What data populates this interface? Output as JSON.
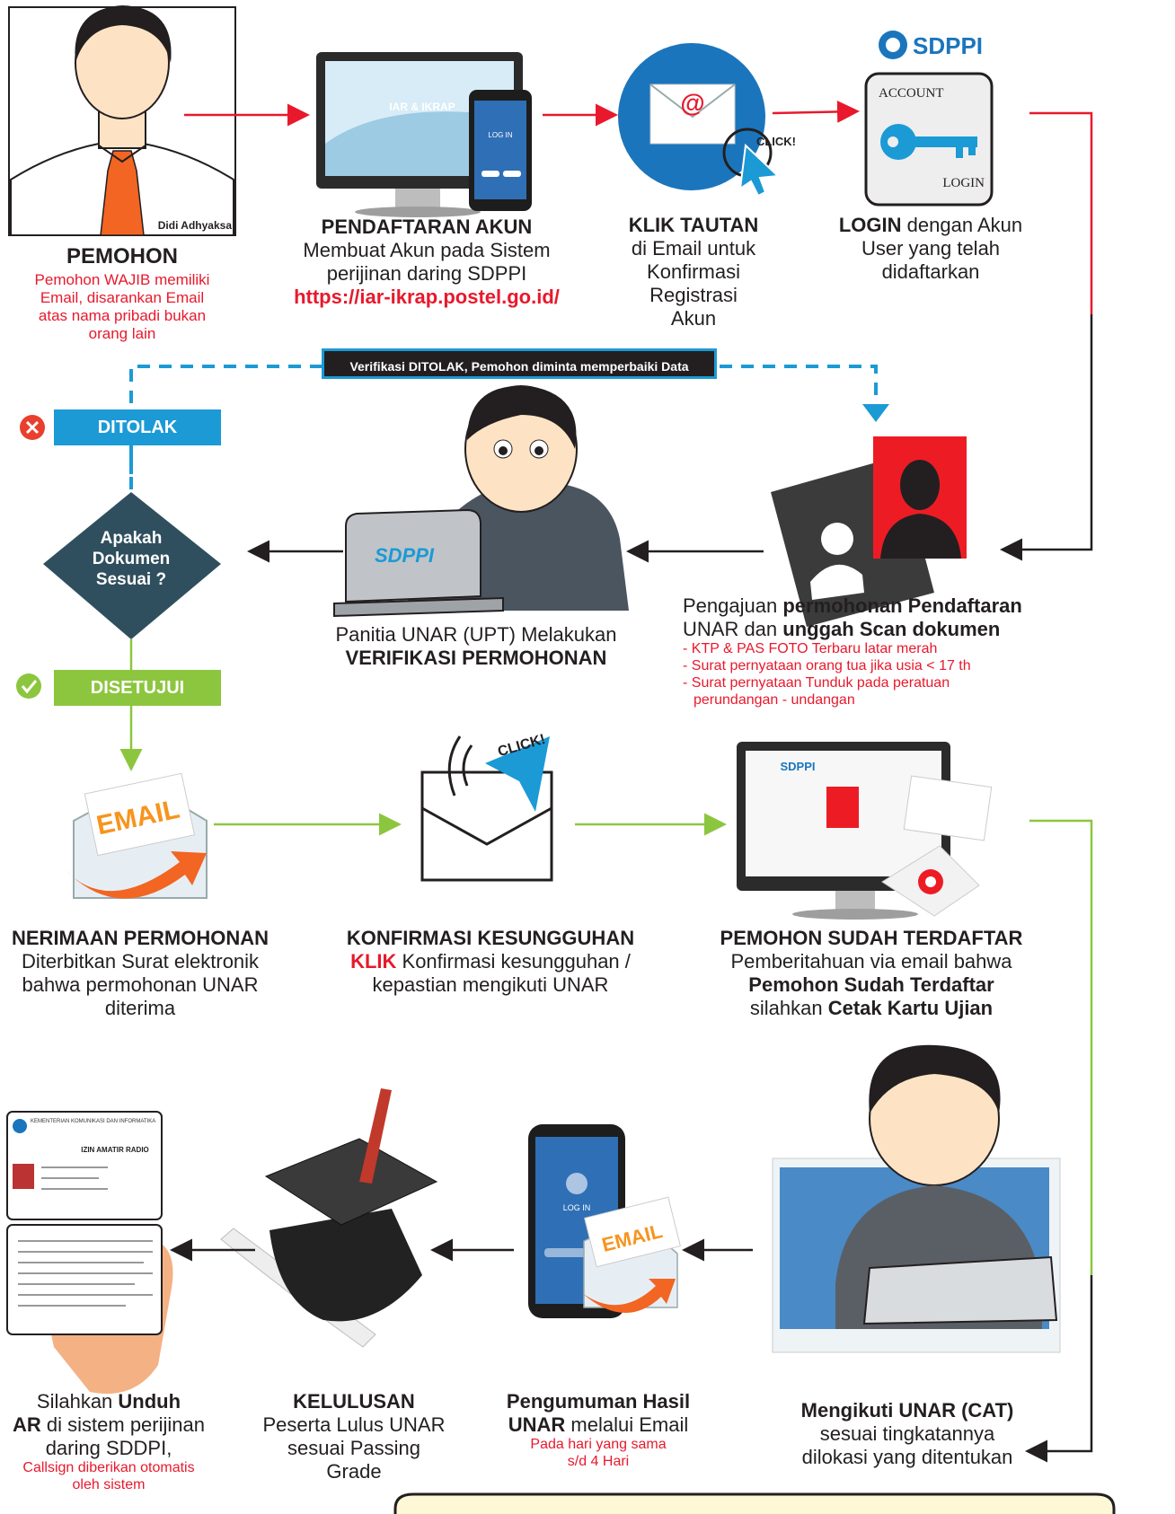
{
  "applicant": {
    "name_tag": "Didi Adhyaksa",
    "title": "PEMOHON",
    "note": "Pemohon WAJIB memiliki Email, disarankan Email atas nama pribadi bukan orang lain"
  },
  "register": {
    "title": "PENDAFTARAN AKUN",
    "desc": "Membuat Akun pada Sistem perijinan daring SDPPI",
    "url": "https://iar-ikrap.postel.go.id/",
    "screen_text": "IAR & IKRAP",
    "phone_text": "LOG IN"
  },
  "click_link": {
    "title": "KLIK TAUTAN",
    "desc": "di Email untuk Konfirmasi Registrasi Akun",
    "click_word": "CLICK!"
  },
  "login": {
    "brand": "SDPPI",
    "account_label": "ACCOUNT",
    "login_label": "LOGIN",
    "title": "LOGIN",
    "desc": "dengan Akun User yang telah didaftarkan"
  },
  "rejected_banner": "Verifikasi DITOLAK, Pemohon diminta memperbaiki Data",
  "decision": {
    "rejected": "DITOLAK",
    "question_l1": "Apakah",
    "question_l2": "Dokumen",
    "question_l3": "Sesuai ?",
    "approved": "DISETUJUI"
  },
  "verification": {
    "laptop_brand": "SDPPI",
    "desc": "Panitia UNAR (UPT) Melakukan",
    "title": "VERIFIKASI PERMOHONAN"
  },
  "submission": {
    "p1": "Pengajuan ",
    "p1b": "permohonan Pendaftaran",
    "p2": "UNAR dan ",
    "p2b": "unggah Scan dokumen",
    "req1": "- KTP & PAS FOTO Terbaru latar merah",
    "req2": "- Surat pernyataan orang tua jika usia < 17 th",
    "req3": "- Surat pernyataan Tunduk pada peratuan",
    "req3b": "perundangan - undangan"
  },
  "acceptance": {
    "email_word": "EMAIL",
    "title": "NERIMAAN PERMOHONAN",
    "desc_l1": "Diterbitkan Surat elektronik",
    "desc_l2": "bahwa permohonan UNAR",
    "desc_l3": "diterima"
  },
  "confirm": {
    "click_word": "CLICK!",
    "title": "KONFIRMASI KESUNGGUHAN",
    "klik": "KLIK",
    "desc_l1": " Konfirmasi kesungguhan /",
    "desc_l2": "kepastian mengikuti UNAR"
  },
  "registered": {
    "brand": "SDPPI",
    "title": "PEMOHON SUDAH TERDAFTAR",
    "desc_l1": "Pemberitahuan via email bahwa",
    "desc_l2": "Pemohon Sudah Terdaftar",
    "desc_l3a": "silahkan ",
    "desc_l3b": "Cetak Kartu Ujian"
  },
  "download": {
    "card_title": "IZIN AMATIR RADIO",
    "card_org": "KEMENTERIAN KOMUNIKASI DAN INFORMATIKA",
    "p1a": "Silahkan ",
    "p1b": "Unduh",
    "p2a": "AR",
    "p2b": " di sistem perijinan",
    "p3": "daring SDDPI,",
    "note_l1": "Callsign diberikan otomatis",
    "note_l2": "oleh sistem"
  },
  "graduation": {
    "title": "KELULUSAN",
    "desc_l1": "Peserta Lulus UNAR",
    "desc_l2": "sesuai Passing",
    "desc_l3": "Grade"
  },
  "announcement": {
    "email_word": "EMAIL",
    "phone_text": "LOG IN",
    "title_l1": "Pengumuman Hasil",
    "title_l2b": "UNAR",
    "title_l2": " melalui Email",
    "note_l1": "Pada hari yang sama",
    "note_l2": "s/d 4 Hari"
  },
  "exam": {
    "title": "Mengikuti UNAR (CAT)",
    "desc_l1": "sesuai tingkatannya",
    "desc_l2": "dilokasi yang ditentukan"
  },
  "colors": {
    "red_arrow": "#e8192c",
    "green_arrow": "#8cc63f",
    "blue_dash": "#1b9ad6",
    "reject_box": "#1b9ad6",
    "approve_box": "#8cc63f",
    "diamond": "#2f4f5e"
  }
}
